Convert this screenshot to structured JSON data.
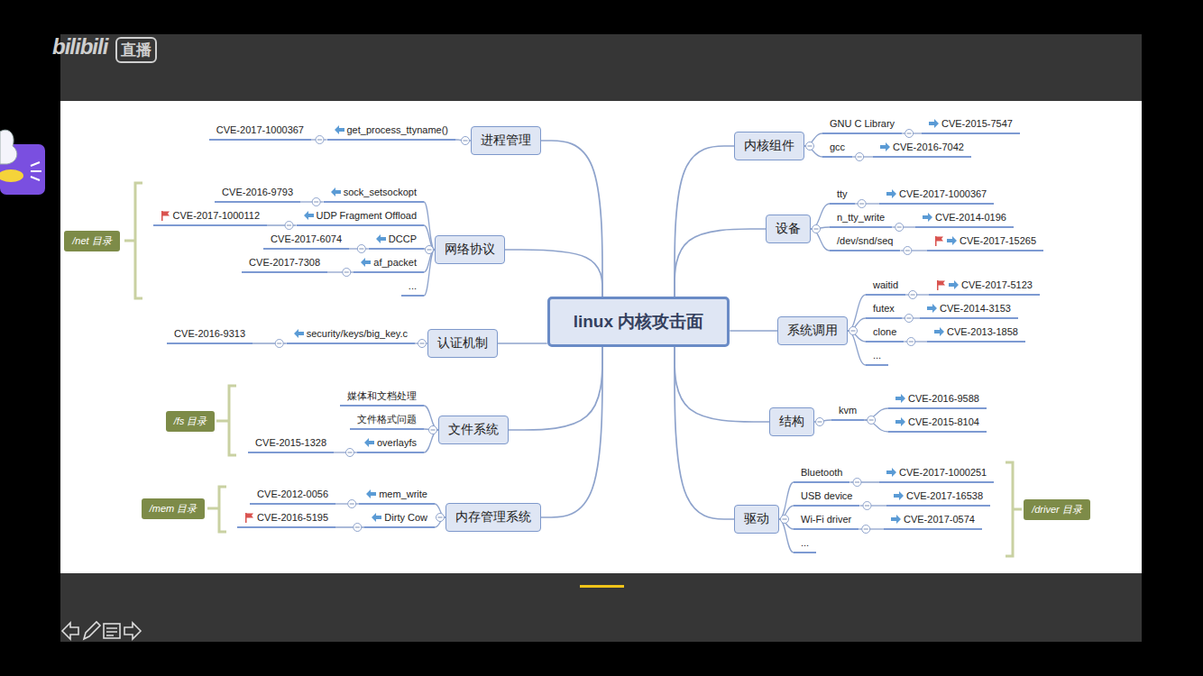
{
  "diagram": {
    "nodes": [
      {
        "text": [
          "linux 内核攻击面"
        ]
      },
      {
        "text": [
          "进程管理"
        ]
      },
      {
        "text": [
          "get_process_ttyname()"
        ]
      },
      {
        "text": [
          "CVE-2017-1000367"
        ]
      },
      {
        "text": [
          "网络协议"
        ]
      },
      {
        "text": [
          "sock_setsockopt"
        ]
      },
      {
        "text": [
          "CVE-2016-9793"
        ]
      },
      {
        "text": [
          "UDP Fragment Offload"
        ]
      },
      {
        "text": [
          "CVE-2017-1000112"
        ]
      },
      {
        "text": [
          "DCCP"
        ]
      },
      {
        "text": [
          "CVE-2017-6074"
        ]
      },
      {
        "text": [
          "af_packet"
        ]
      },
      {
        "text": [
          "CVE-2017-7308"
        ]
      },
      {
        "text": [
          "..."
        ]
      },
      {
        "text": [
          "/net 目录"
        ]
      },
      {
        "text": [
          "认证机制"
        ]
      },
      {
        "text": [
          "security/keys/big_key.c"
        ]
      },
      {
        "text": [
          "CVE-2016-9313"
        ]
      },
      {
        "text": [
          "文件系统"
        ]
      },
      {
        "text": [
          "媒体和文档处理"
        ]
      },
      {
        "text": [
          "文件格式问题"
        ]
      },
      {
        "text": [
          "overlayfs"
        ]
      },
      {
        "text": [
          "CVE-2015-1328"
        ]
      },
      {
        "text": [
          "/fs 目录"
        ]
      },
      {
        "text": [
          "内存管理系统"
        ]
      },
      {
        "text": [
          "mem_write"
        ]
      },
      {
        "text": [
          "CVE-2012-0056"
        ]
      },
      {
        "text": [
          "Dirty Cow"
        ]
      },
      {
        "text": [
          "CVE-2016-5195"
        ]
      },
      {
        "text": [
          "/mem 目录"
        ]
      },
      {
        "text": [
          "内核组件"
        ]
      },
      {
        "text": [
          "GNU C Library"
        ]
      },
      {
        "text": [
          "CVE-2015-7547"
        ]
      },
      {
        "text": [
          "gcc"
        ]
      },
      {
        "text": [
          "CVE-2016-7042"
        ]
      },
      {
        "text": [
          "设备"
        ]
      },
      {
        "text": [
          "tty"
        ]
      },
      {
        "text": [
          "CVE-2017-1000367"
        ]
      },
      {
        "text": [
          "n_tty_write"
        ]
      },
      {
        "text": [
          "CVE-2014-0196"
        ]
      },
      {
        "text": [
          "/dev/snd/seq"
        ]
      },
      {
        "text": [
          "CVE-2017-15265"
        ]
      },
      {
        "text": [
          "系统调用"
        ]
      },
      {
        "text": [
          "waitid"
        ]
      },
      {
        "text": [
          "CVE-2017-5123"
        ]
      },
      {
        "text": [
          "futex"
        ]
      },
      {
        "text": [
          "CVE-2014-3153"
        ]
      },
      {
        "text": [
          "clone"
        ]
      },
      {
        "text": [
          "CVE-2013-1858"
        ]
      },
      {
        "text": [
          "..."
        ]
      },
      {
        "text": [
          "结构"
        ]
      },
      {
        "text": [
          "kvm"
        ]
      },
      {
        "text": [
          "CVE-2016-9588"
        ]
      },
      {
        "text": [
          "CVE-2015-8104"
        ]
      },
      {
        "text": [
          "驱动"
        ]
      },
      {
        "text": [
          "Bluetooth"
        ]
      },
      {
        "text": [
          "CVE-2017-1000251"
        ]
      },
      {
        "text": [
          "USB device"
        ]
      },
      {
        "text": [
          "CVE-2017-16538"
        ]
      },
      {
        "text": [
          "Wi-Fi driver"
        ]
      },
      {
        "text": [
          "CVE-2017-0574"
        ]
      },
      {
        "text": [
          "..."
        ]
      },
      {
        "text": [
          "/driver 目录"
        ]
      }
    ],
    "edges": [
      {
        "from": 0,
        "to": 1,
        "arrow": "none"
      },
      {
        "from": 1,
        "to": 2,
        "arrow": "none"
      },
      {
        "from": 2,
        "to": 3,
        "arrow": "none"
      },
      {
        "from": 0,
        "to": 4,
        "arrow": "none"
      },
      {
        "from": 4,
        "to": 5,
        "arrow": "none"
      },
      {
        "from": 5,
        "to": 6,
        "arrow": "none"
      },
      {
        "from": 4,
        "to": 7,
        "arrow": "none"
      },
      {
        "from": 7,
        "to": 8,
        "arrow": "none"
      },
      {
        "from": 4,
        "to": 9,
        "arrow": "none"
      },
      {
        "from": 9,
        "to": 10,
        "arrow": "none"
      },
      {
        "from": 4,
        "to": 11,
        "arrow": "none"
      },
      {
        "from": 11,
        "to": 12,
        "arrow": "none"
      },
      {
        "from": 4,
        "to": 13,
        "arrow": "none"
      },
      {
        "from": 0,
        "to": 15,
        "arrow": "none"
      },
      {
        "from": 15,
        "to": 16,
        "arrow": "none"
      },
      {
        "from": 16,
        "to": 17,
        "arrow": "none"
      },
      {
        "from": 0,
        "to": 18,
        "arrow": "none"
      },
      {
        "from": 18,
        "to": 19,
        "arrow": "none"
      },
      {
        "from": 18,
        "to": 20,
        "arrow": "none"
      },
      {
        "from": 18,
        "to": 21,
        "arrow": "none"
      },
      {
        "from": 21,
        "to": 22,
        "arrow": "none"
      },
      {
        "from": 0,
        "to": 24,
        "arrow": "none"
      },
      {
        "from": 24,
        "to": 25,
        "arrow": "none"
      },
      {
        "from": 25,
        "to": 26,
        "arrow": "none"
      },
      {
        "from": 24,
        "to": 27,
        "arrow": "none"
      },
      {
        "from": 27,
        "to": 28,
        "arrow": "none"
      },
      {
        "from": 0,
        "to": 30,
        "arrow": "none"
      },
      {
        "from": 30,
        "to": 31,
        "arrow": "none"
      },
      {
        "from": 31,
        "to": 32,
        "arrow": "none"
      },
      {
        "from": 30,
        "to": 33,
        "arrow": "none"
      },
      {
        "from": 33,
        "to": 34,
        "arrow": "none"
      },
      {
        "from": 0,
        "to": 35,
        "arrow": "none"
      },
      {
        "from": 35,
        "to": 36,
        "arrow": "none"
      },
      {
        "from": 36,
        "to": 37,
        "arrow": "none"
      },
      {
        "from": 35,
        "to": 38,
        "arrow": "none"
      },
      {
        "from": 38,
        "to": 39,
        "arrow": "none"
      },
      {
        "from": 35,
        "to": 40,
        "arrow": "none"
      },
      {
        "from": 40,
        "to": 41,
        "arrow": "none"
      },
      {
        "from": 0,
        "to": 42,
        "arrow": "none"
      },
      {
        "from": 42,
        "to": 43,
        "arrow": "none"
      },
      {
        "from": 43,
        "to": 44,
        "arrow": "none"
      },
      {
        "from": 42,
        "to": 45,
        "arrow": "none"
      },
      {
        "from": 45,
        "to": 46,
        "arrow": "none"
      },
      {
        "from": 42,
        "to": 47,
        "arrow": "none"
      },
      {
        "from": 47,
        "to": 48,
        "arrow": "none"
      },
      {
        "from": 42,
        "to": 49,
        "arrow": "none"
      },
      {
        "from": 0,
        "to": 50,
        "arrow": "none"
      },
      {
        "from": 50,
        "to": 51,
        "arrow": "none"
      },
      {
        "from": 51,
        "to": 52,
        "arrow": "none"
      },
      {
        "from": 51,
        "to": 53,
        "arrow": "none"
      },
      {
        "from": 0,
        "to": 54,
        "arrow": "none"
      },
      {
        "from": 54,
        "to": 55,
        "arrow": "none"
      },
      {
        "from": 55,
        "to": 56,
        "arrow": "none"
      },
      {
        "from": 54,
        "to": 57,
        "arrow": "none"
      },
      {
        "from": 57,
        "to": 58,
        "arrow": "none"
      },
      {
        "from": 54,
        "to": 59,
        "arrow": "none"
      },
      {
        "from": 59,
        "to": 60,
        "arrow": "none"
      },
      {
        "from": 54,
        "to": 61,
        "arrow": "none"
      }
    ],
    "labels": [
      "bilibili",
      "直播"
    ]
  }
}
